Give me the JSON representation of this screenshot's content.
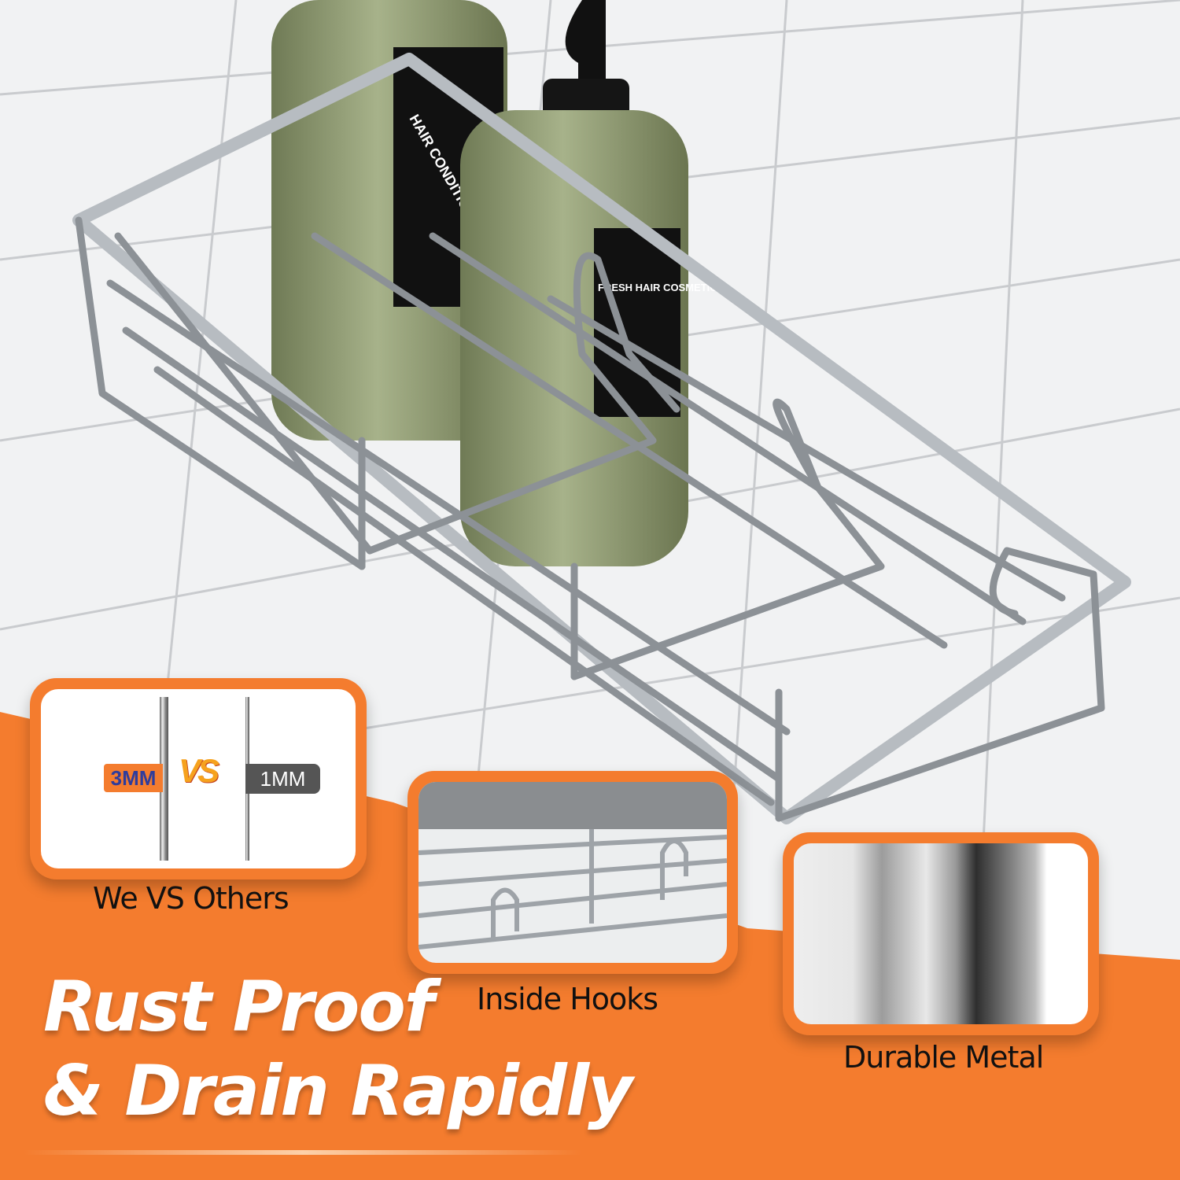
{
  "colors": {
    "brand_orange": "#f47c2e",
    "tile_white": "#f1f2f3",
    "chrome": "#9aa0a6",
    "bottle_green": "#8e9b72"
  },
  "bottle_label": {
    "title": "HAIR CONDITIONER",
    "brand": "FRESH HAIR COSMETICS"
  },
  "comparison": {
    "ours": "3MM",
    "vs": "VS",
    "others": "1MM",
    "caption": "We VS Others"
  },
  "features": [
    {
      "caption": "Inside Hooks"
    },
    {
      "caption": "Durable Metal"
    }
  ],
  "headline": {
    "line1": "Rust Proof",
    "line2": "& Drain Rapidly"
  }
}
